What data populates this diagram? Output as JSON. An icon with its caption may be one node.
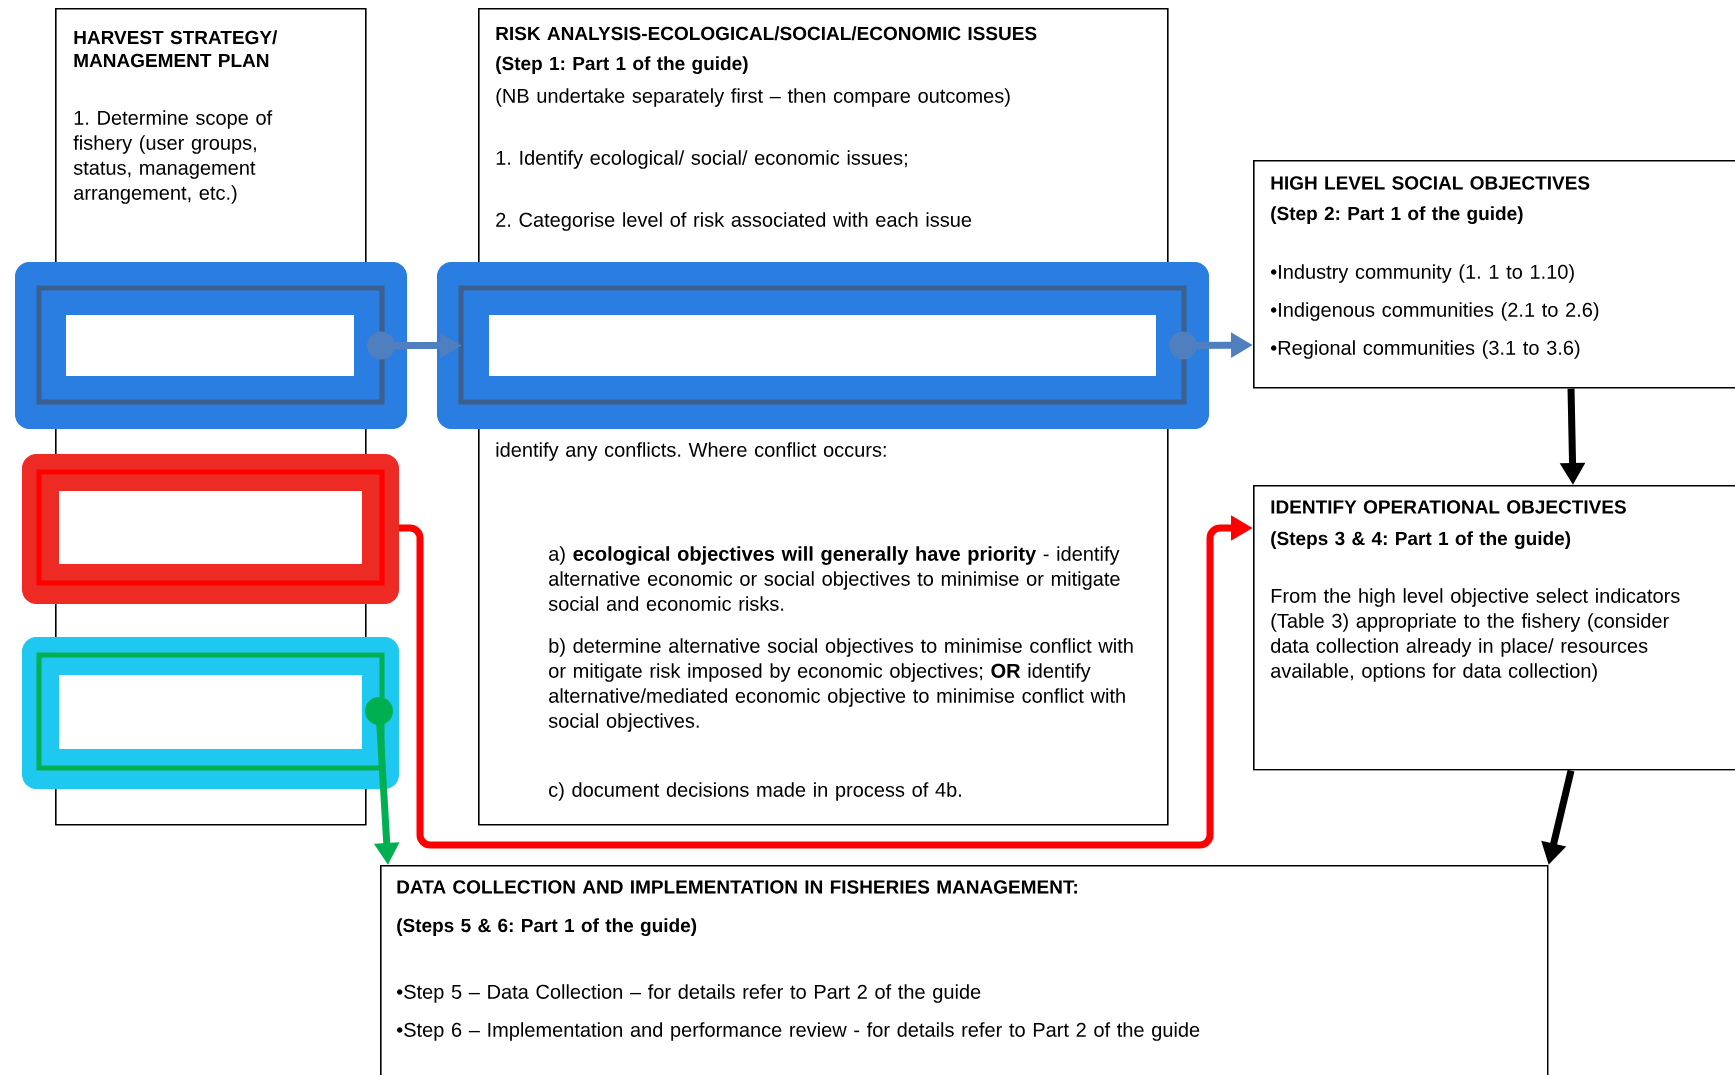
{
  "diagram": {
    "nodes": [
      {
        "text": [
          "HARVEST STRATEGY/ MANAGEMENT PLAN",
          "1. Determine scope of fishery (user groups, status, management arrangement, etc.)"
        ]
      },
      {
        "text": [
          "RISK ANALYSIS-ECOLOGICAL/SOCIAL/ECONOMIC ISSUES",
          "(Step 1: Part 1 of the guide)",
          "(NB undertake separately first – then compare outcomes)",
          "1. Identify ecological/ social/ economic issues;",
          "2. Categorise level of risk associated with each issue",
          "identify any conflicts. Where conflict occurs:",
          "a) **ecological objectives will generally have priority** - identify alternative economic or social objectives to minimise or mitigate social and economic risks.",
          "b) determine alternative social objectives to minimise conflict with or mitigate risk imposed by economic objectives; **OR** identify alternative/mediated economic objective to minimise conflict with social objectives.",
          "c) document decisions made in process of 4b."
        ]
      },
      {
        "text": [
          "HIGH LEVEL SOCIAL OBJECTIVES",
          "(Step 2: Part 1 of the guide)",
          "•Industry community (1. 1 to 1.10)",
          "•Indigenous communities (2.1 to 2.6)",
          "•Regional communities (3.1 to 3.6)"
        ]
      },
      {
        "text": [
          "IDENTIFY OPERATIONAL OBJECTIVES",
          "(Steps 3 & 4: Part 1 of the guide)",
          "From the high level objective select indicators (Table 3) appropriate to the fishery (consider data collection already in place/ resources available, options for data collection)"
        ]
      },
      {
        "text": [
          "DATA COLLECTION AND IMPLEMENTATION IN FISHERIES MANAGEMENT:",
          "(Steps 5 & 6: Part 1 of the guide)",
          "•Step 5 – Data Collection – for details refer to Part 2 of the guide",
          "•Step 6 – Implementation and performance review - for details refer to Part 2 of the guide"
        ]
      },
      {
        "text": [],
        "shape": "box"
      },
      {
        "text": [],
        "shape": "box"
      },
      {
        "text": [],
        "shape": "box"
      },
      {
        "text": [],
        "shape": "box"
      }
    ],
    "edges": [
      {
        "from": 5,
        "to": 6,
        "arrow": "to",
        "color": "#4f7fbf"
      },
      {
        "from": 6,
        "to": 2,
        "arrow": "to",
        "color": "#4f7fbf"
      },
      {
        "from": 7,
        "to": 3,
        "arrow": "to",
        "color": "#ff0000"
      },
      {
        "from": 8,
        "to": 4,
        "arrow": "to",
        "color": "#00b050"
      },
      {
        "from": 2,
        "to": 3,
        "arrow": "to",
        "color": "#000000"
      },
      {
        "from": 3,
        "to": 4,
        "arrow": "to",
        "color": "#000000"
      }
    ]
  }
}
